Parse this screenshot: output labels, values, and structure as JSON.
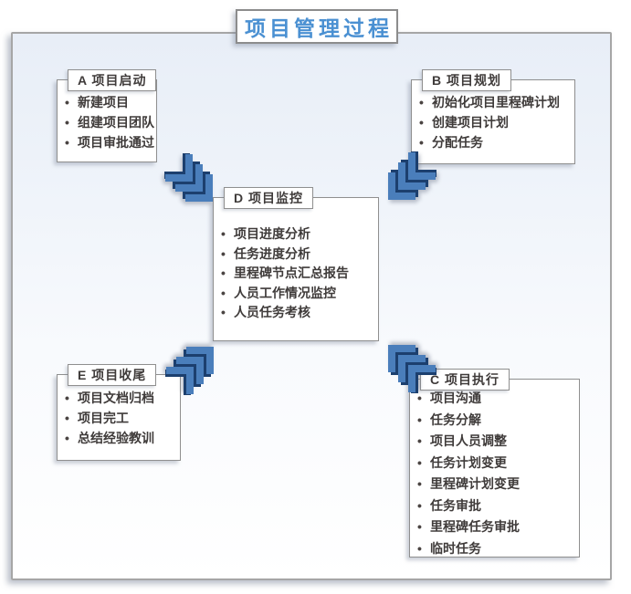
{
  "diagram": {
    "type": "process-diagram",
    "title": "项目管理过程",
    "boxes": {
      "a": {
        "key": "A",
        "label": "A 项目启动",
        "items": [
          "新建项目",
          "组建项目团队",
          "项目审批通过"
        ]
      },
      "b": {
        "key": "B",
        "label": "B 项目规划",
        "items": [
          "初始化项目里程碑计划",
          "创建项目计划",
          "分配任务"
        ]
      },
      "d": {
        "key": "D",
        "label": "D 项目监控",
        "items": [
          "项目进度分析",
          "任务进度分析",
          "里程碑节点汇总报告",
          "人员工作情况监控",
          "人员任务考核"
        ]
      },
      "e": {
        "key": "E",
        "label": "E 项目收尾",
        "items": [
          "项目文档归档",
          "项目完工",
          "总结经验教训"
        ]
      },
      "c": {
        "key": "C",
        "label": "C 项目执行",
        "items": [
          "项目沟通",
          "任务分解",
          "项目人员调整",
          "任务计划变更",
          "里程碑计划变更",
          "任务审批",
          "里程碑任务审批",
          "临时任务"
        ]
      }
    },
    "arrows": [
      {
        "from": "A",
        "to": "D",
        "style": "triple-chevron"
      },
      {
        "from": "B",
        "to": "D",
        "style": "triple-chevron"
      },
      {
        "from": "E",
        "to": "D",
        "style": "triple-chevron"
      },
      {
        "from": "C",
        "to": "D",
        "style": "triple-chevron"
      }
    ],
    "colors": {
      "title_blue": "#4a90d2",
      "arrow_blue": "#4a7ebb",
      "arrow_navy": "#1c3f6e",
      "text": "#3f3b3a",
      "box_border": "#8f8f8f",
      "container_gradient_top": "#e8eef7"
    }
  }
}
